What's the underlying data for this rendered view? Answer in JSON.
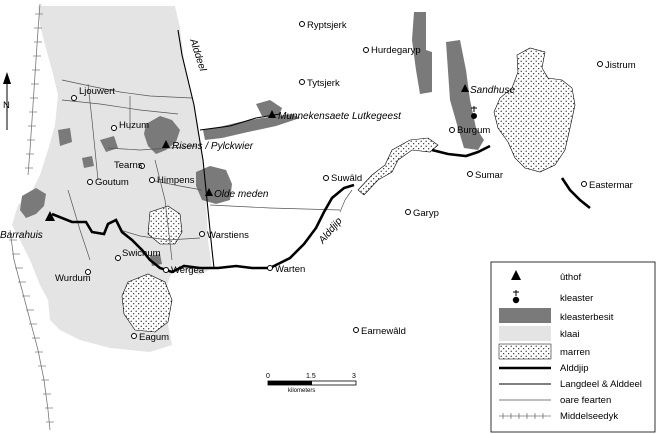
{
  "places": [
    {
      "id": "ryptsjerk",
      "label": "Ryptsjerk"
    },
    {
      "id": "hurdegaryp",
      "label": "Hurdegaryp"
    },
    {
      "id": "jistrum",
      "label": "Jistrum"
    },
    {
      "id": "tytsjerk",
      "label": "Tytsjerk"
    },
    {
      "id": "ljouwert",
      "label": "Ljouwert"
    },
    {
      "id": "huzum",
      "label": "Huzum"
    },
    {
      "id": "burgum",
      "label": "Burgum"
    },
    {
      "id": "tearns",
      "label": "Tearns"
    },
    {
      "id": "goutum",
      "label": "Goutum"
    },
    {
      "id": "himpens",
      "label": "Himpens"
    },
    {
      "id": "suwald",
      "label": "Suwâld"
    },
    {
      "id": "sumar",
      "label": "Sumar"
    },
    {
      "id": "eastermar",
      "label": "Eastermar"
    },
    {
      "id": "garyp",
      "label": "Garyp"
    },
    {
      "id": "warstiens",
      "label": "Warstiens"
    },
    {
      "id": "swichum",
      "label": "Swichum"
    },
    {
      "id": "wurdum",
      "label": "Wurdum"
    },
    {
      "id": "wergea",
      "label": "Wergea"
    },
    {
      "id": "warten",
      "label": "Warten"
    },
    {
      "id": "earnewald",
      "label": "Earnewâld"
    },
    {
      "id": "eagum",
      "label": "Eagum"
    }
  ],
  "monasteries": [
    {
      "id": "munnekensaete",
      "label": "Munnekensaete Lutkegeest"
    },
    {
      "id": "risens",
      "label": "Risens / Pylckwier"
    },
    {
      "id": "olde-meden",
      "label": "Olde meden"
    },
    {
      "id": "barrahuis",
      "label": "Barrahuis"
    },
    {
      "id": "sandhuse",
      "label": "Sandhuse"
    }
  ],
  "waterway_labels": {
    "alddeel": "Alddeel",
    "alddjip": "Alddjip"
  },
  "compass": {
    "label": "N"
  },
  "scale": {
    "ticks": [
      "0",
      "1.5",
      "3"
    ],
    "unit": "kilometers"
  },
  "legend": {
    "items": [
      {
        "id": "uthof",
        "label": "ûthof"
      },
      {
        "id": "kleaster",
        "label": "kleaster"
      },
      {
        "id": "kleasterbesit",
        "label": "kleasterbesit"
      },
      {
        "id": "klaai",
        "label": "klaai"
      },
      {
        "id": "marren",
        "label": "marren"
      },
      {
        "id": "alddjip",
        "label": "Alddjip"
      },
      {
        "id": "langdeel",
        "label": "Langdeel & Alddeel"
      },
      {
        "id": "oare",
        "label": "oare fearten"
      },
      {
        "id": "middelseedyk",
        "label": "Middelseedyk"
      }
    ]
  },
  "colors": {
    "klaai": "#e4e4e4",
    "kleasterbesit": "#7a7a7a",
    "ink": "#000000",
    "road": "#777777"
  }
}
